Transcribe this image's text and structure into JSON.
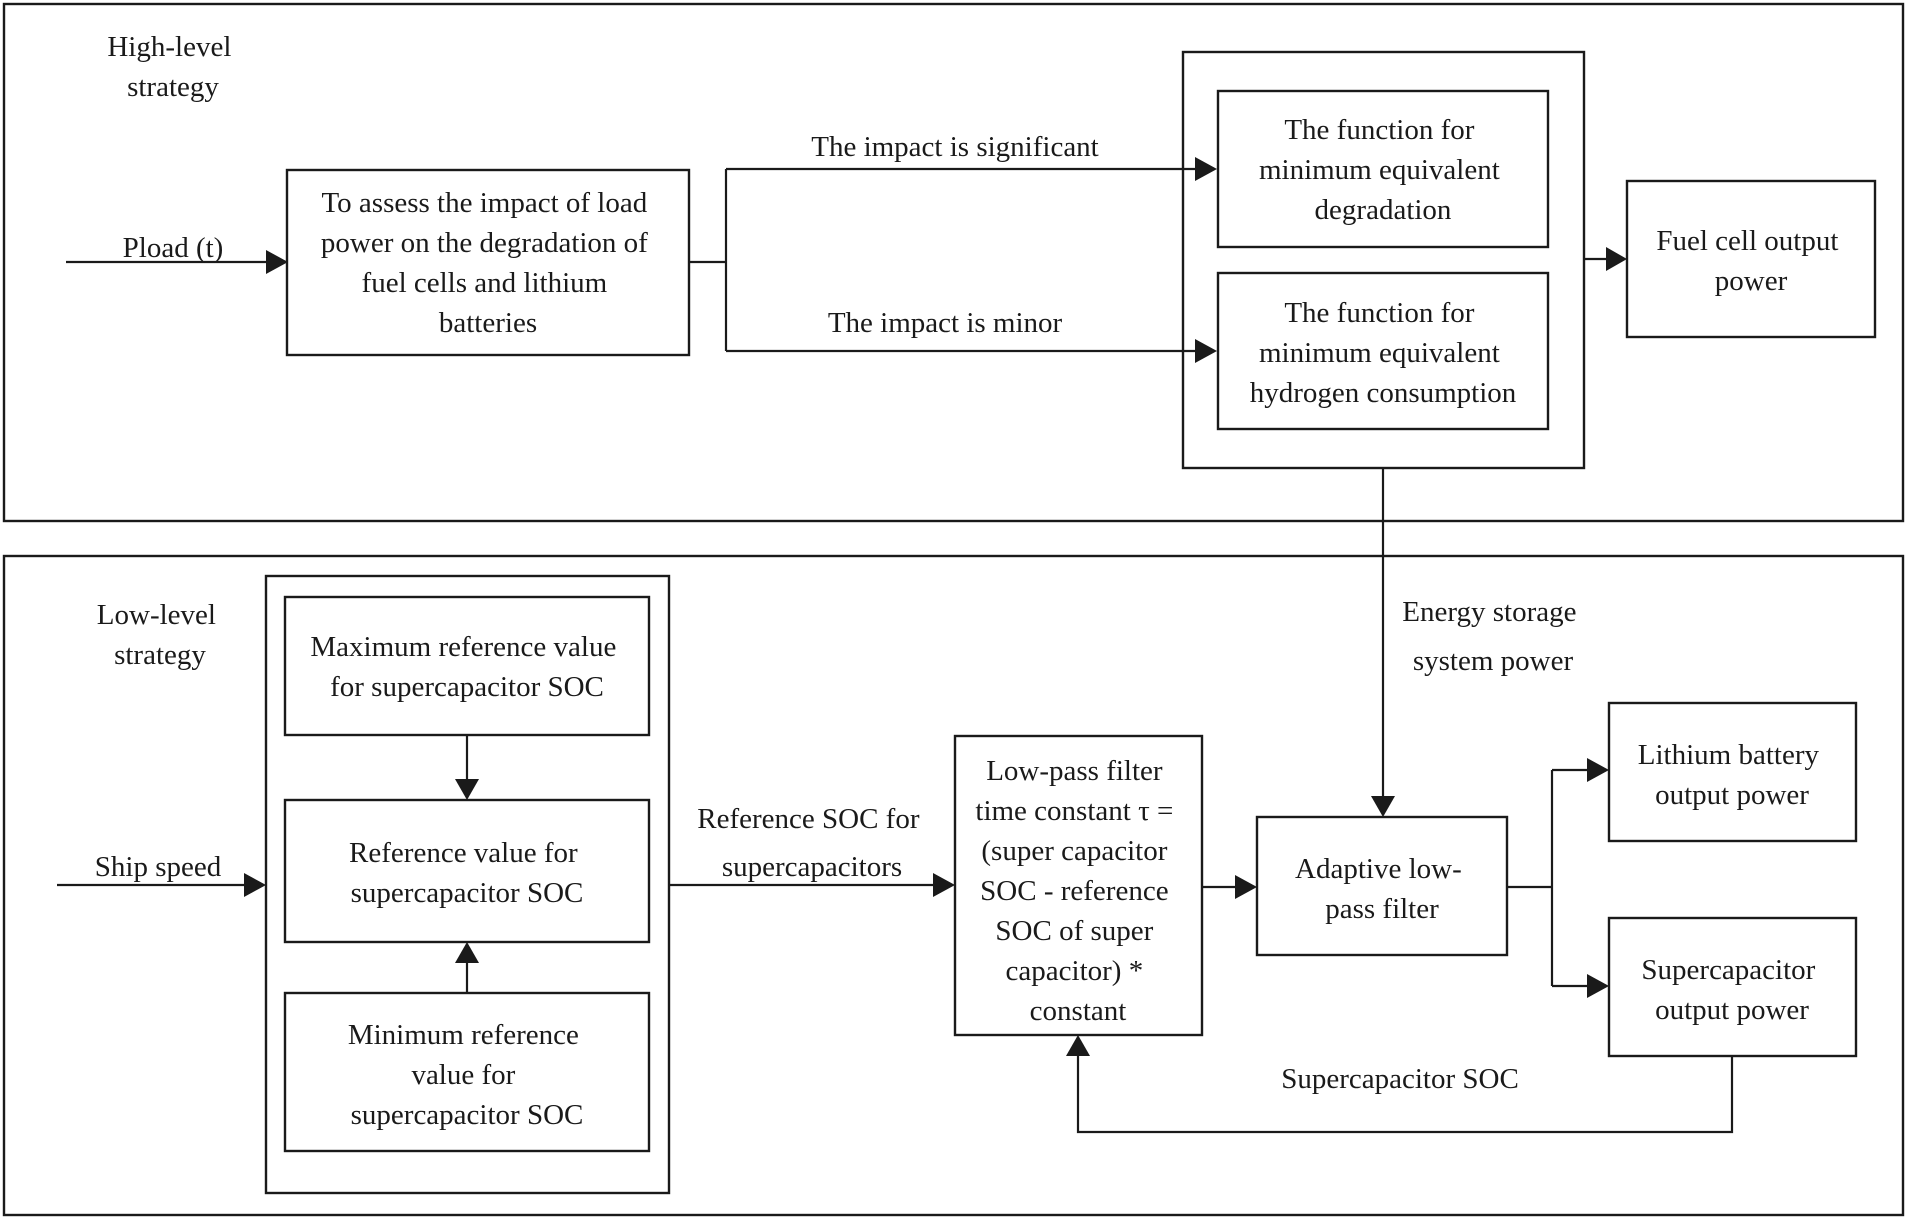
{
  "high_level": {
    "title": [
      "High-level",
      "strategy"
    ],
    "input_label": "Pload (t)",
    "assess_box": [
      "To assess the impact of load",
      "power on the degradation of",
      "fuel cells and lithium",
      "batteries"
    ],
    "edge_significant": "The impact is significant",
    "edge_minor": "The impact is minor",
    "degradation_fn": [
      "The function for",
      "minimum equivalent",
      "degradation"
    ],
    "hydrogen_fn": [
      "The function for",
      "minimum equivalent",
      "hydrogen consumption"
    ],
    "fuel_cell_output": [
      "Fuel cell output",
      "power"
    ]
  },
  "link": {
    "energy_storage": [
      "Energy storage",
      "system power"
    ]
  },
  "low_level": {
    "title": [
      "Low-level",
      "strategy"
    ],
    "input_label": "Ship speed",
    "max_ref": [
      "Maximum reference value",
      "for supercapacitor SOC"
    ],
    "ref_value": [
      "Reference value for",
      "supercapacitor SOC"
    ],
    "min_ref": [
      "Minimum reference",
      "value for",
      "supercapacitor  SOC"
    ],
    "edge_reference_soc": [
      "Reference SOC for",
      "supercapacitors"
    ],
    "time_constant": [
      "Low-pass filter",
      "time constant τ =",
      "(super capacitor",
      "SOC - reference",
      "SOC of super",
      "capacitor) *",
      "constant"
    ],
    "adaptive_filter": [
      "Adaptive low-",
      "pass filter"
    ],
    "lithium_output": [
      "Lithium battery",
      "output power"
    ],
    "supercap_output": [
      "Supercapacitor",
      "output power"
    ],
    "feedback_label": "Supercapacitor SOC"
  }
}
